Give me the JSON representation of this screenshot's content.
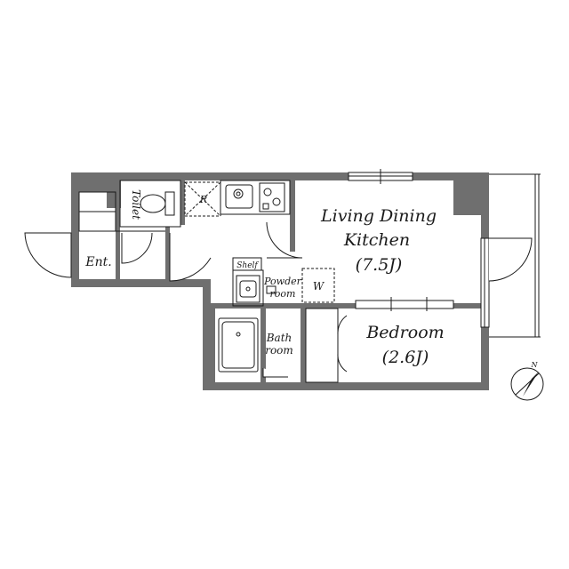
{
  "rooms": {
    "ldk_line1": "Living Dining",
    "ldk_line2": "Kitchen",
    "ldk_size": "(7.5J)",
    "bedroom": "Bedroom",
    "bedroom_size": "(2.6J)",
    "entrance": "Ent.",
    "toilet": "Toilet",
    "powder_line1": "Powder",
    "powder_line2": "room",
    "bath_line1": "Bath",
    "bath_line2": "room",
    "shelf": "Shelf",
    "wardrobe": "W",
    "refrigerator": "R"
  },
  "compass": {
    "north": "N"
  },
  "colors": {
    "wall": "#6f6f6f",
    "line": "#1a1a1a",
    "background": "#ffffff"
  }
}
